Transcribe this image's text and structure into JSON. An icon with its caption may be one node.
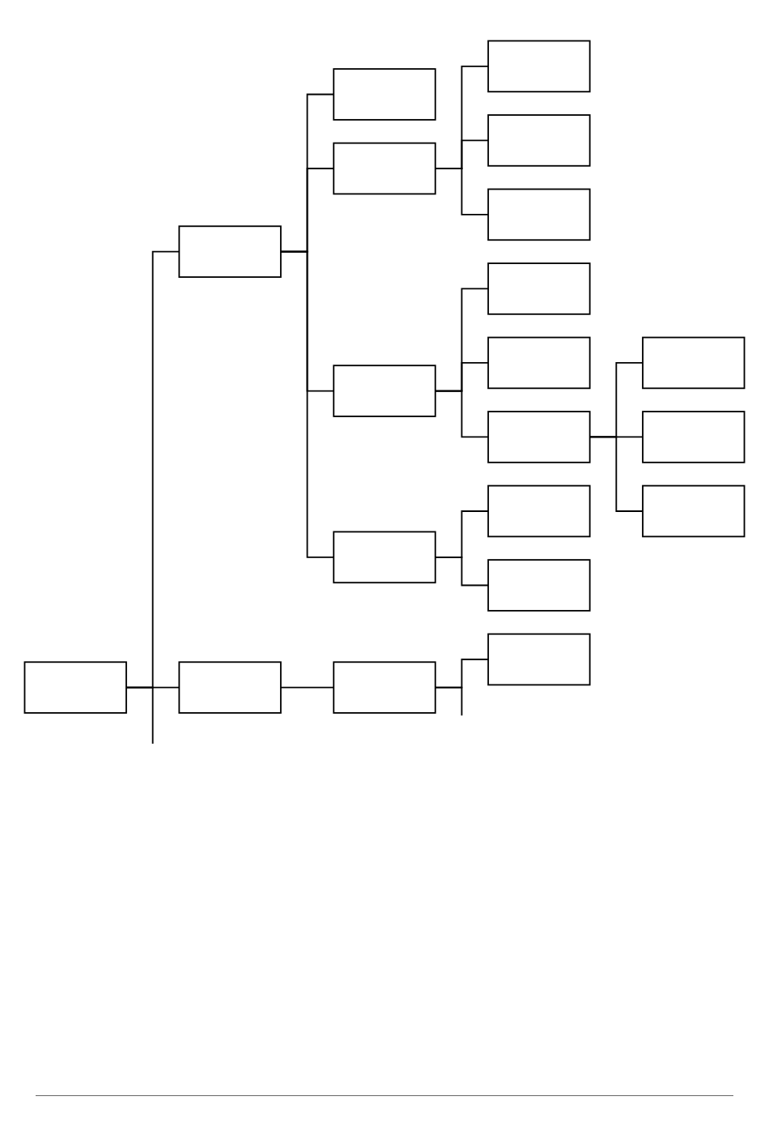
{
  "diagram": {
    "nodes": [
      {
        "text": [],
        "shape": "box"
      },
      {
        "text": [],
        "shape": "box"
      },
      {
        "text": [],
        "shape": "box"
      },
      {
        "text": [],
        "shape": "box"
      },
      {
        "text": [],
        "shape": "box"
      },
      {
        "text": [],
        "shape": "box"
      },
      {
        "text": [],
        "shape": "box"
      },
      {
        "text": [],
        "shape": "box"
      },
      {
        "text": [],
        "shape": "box"
      },
      {
        "text": [],
        "shape": "box"
      },
      {
        "text": [],
        "shape": "box"
      },
      {
        "text": [],
        "shape": "box"
      },
      {
        "text": [],
        "shape": "box"
      },
      {
        "text": [],
        "shape": "box"
      },
      {
        "text": [],
        "shape": "box"
      },
      {
        "text": [],
        "shape": "box"
      },
      {
        "text": [],
        "shape": "box"
      },
      {
        "text": [],
        "shape": "box"
      },
      {
        "text": [],
        "shape": "box"
      },
      {
        "text": [],
        "shape": "box"
      }
    ],
    "edges": [
      {
        "from": 0,
        "to": 1,
        "arrow": "none"
      },
      {
        "from": 1,
        "to": 2,
        "arrow": "none"
      },
      {
        "from": 1,
        "to": 3,
        "arrow": "none"
      },
      {
        "from": 3,
        "to": 4,
        "arrow": "none"
      },
      {
        "from": 3,
        "to": 5,
        "arrow": "none"
      },
      {
        "from": 3,
        "to": 6,
        "arrow": "none"
      },
      {
        "from": 1,
        "to": 7,
        "arrow": "none"
      },
      {
        "from": 7,
        "to": 8,
        "arrow": "none"
      },
      {
        "from": 7,
        "to": 9,
        "arrow": "none"
      },
      {
        "from": 7,
        "to": 10,
        "arrow": "none"
      },
      {
        "from": 10,
        "to": 11,
        "arrow": "none"
      },
      {
        "from": 10,
        "to": 12,
        "arrow": "none"
      },
      {
        "from": 10,
        "to": 13,
        "arrow": "none"
      },
      {
        "from": 1,
        "to": 14,
        "arrow": "none"
      },
      {
        "from": 14,
        "to": 15,
        "arrow": "none"
      },
      {
        "from": 14,
        "to": 16,
        "arrow": "none"
      },
      {
        "from": 0,
        "to": 17,
        "arrow": "none"
      },
      {
        "from": 17,
        "to": 18,
        "arrow": "none"
      },
      {
        "from": 18,
        "to": 19,
        "arrow": "none"
      },
      {
        "from": 18,
        "to": null,
        "arrow": "none"
      },
      {
        "from": 0,
        "to": null,
        "arrow": "none"
      }
    ]
  }
}
